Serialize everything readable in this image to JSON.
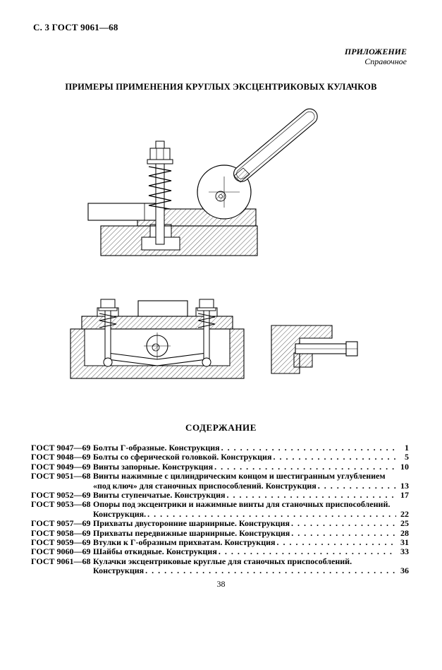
{
  "page": {
    "running_header": "С. 3 ГОСТ 9061—68",
    "page_number": "38"
  },
  "annex": {
    "label": "ПРИЛОЖЕНИЕ",
    "note": "Справочное"
  },
  "figure_section": {
    "title": "ПРИМЕРЫ ПРИМЕНЕНИЯ КРУГЛЫХ ЭКСЦЕНТРИКОВЫХ КУЛАЧКОВ"
  },
  "contents": {
    "title": "СОДЕРЖАНИЕ",
    "entries": [
      {
        "code": "ГОСТ 9047—69",
        "pre": "",
        "last": "Болты Г-образные. Конструкция",
        "page": "1"
      },
      {
        "code": "ГОСТ 9048—69",
        "pre": "",
        "last": "Болты со сферической головкой. Конструкция",
        "page": "5"
      },
      {
        "code": "ГОСТ 9049—69",
        "pre": "",
        "last": "Винты запорные. Конструкция",
        "page": "10"
      },
      {
        "code": "ГОСТ 9051—68",
        "pre": "Винты нажимные с цилиндрическим концом и шестигранным углублением",
        "last": "«под ключ» для станочных приспособлений. Конструкция",
        "page": "13"
      },
      {
        "code": "ГОСТ 9052—69",
        "pre": "",
        "last": "Винты ступенчатые. Конструкция",
        "page": "17"
      },
      {
        "code": "ГОСТ 9053—68",
        "pre": "Опоры под эксцентрики и нажимные винты для станочных приспособлений.",
        "last": "Конструкция.",
        "page": "22"
      },
      {
        "code": "ГОСТ 9057—69",
        "pre": "",
        "last": "Прихваты двусторонние шарнирные. Конструкция",
        "page": "25"
      },
      {
        "code": "ГОСТ 9058—69",
        "pre": "",
        "last": "Прихваты передвижные шарнирные. Конструкция",
        "page": "28"
      },
      {
        "code": "ГОСТ 9059—69",
        "pre": "",
        "last": "Втулки к Г-образным прихватам. Конструкция",
        "page": "31"
      },
      {
        "code": "ГОСТ 9060—69",
        "pre": "",
        "last": "Шайбы откидные. Конструкция",
        "page": "33"
      },
      {
        "code": "ГОСТ 9061—68",
        "pre": "Кулачки эксцентриковые круглые для станочных приспособлений.",
        "last": "Конструкция",
        "page": "36"
      }
    ]
  }
}
